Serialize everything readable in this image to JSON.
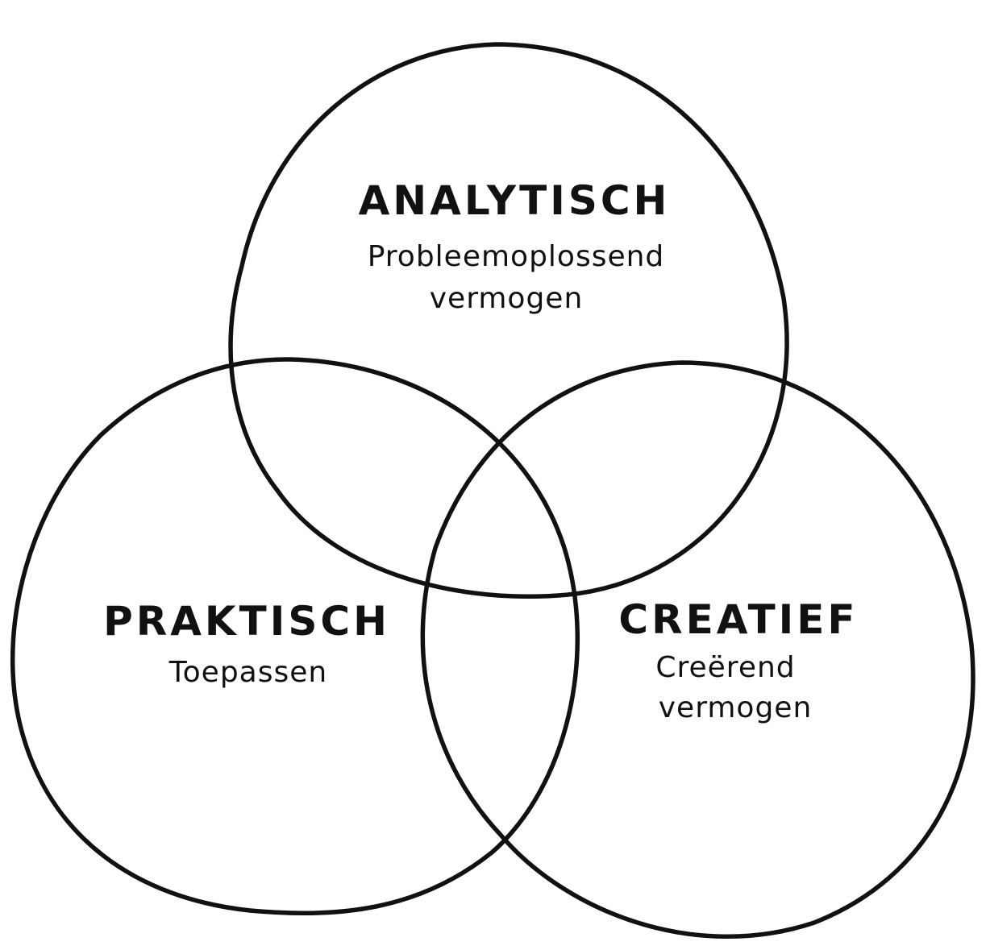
{
  "diagram": {
    "type": "venn",
    "stroke_color": "#111111",
    "background": "#ffffff",
    "sets": [
      {
        "id": "analytisch",
        "title": "ANALYTISCH",
        "subtitle_lines": [
          "Probleemoplossend",
          "vermogen"
        ]
      },
      {
        "id": "praktisch",
        "title": "PRAKTISCH",
        "subtitle_lines": [
          "Toepassen"
        ]
      },
      {
        "id": "creatief",
        "title": "CREATIEF",
        "subtitle_lines": [
          "Creërend",
          "vermogen"
        ]
      }
    ]
  }
}
